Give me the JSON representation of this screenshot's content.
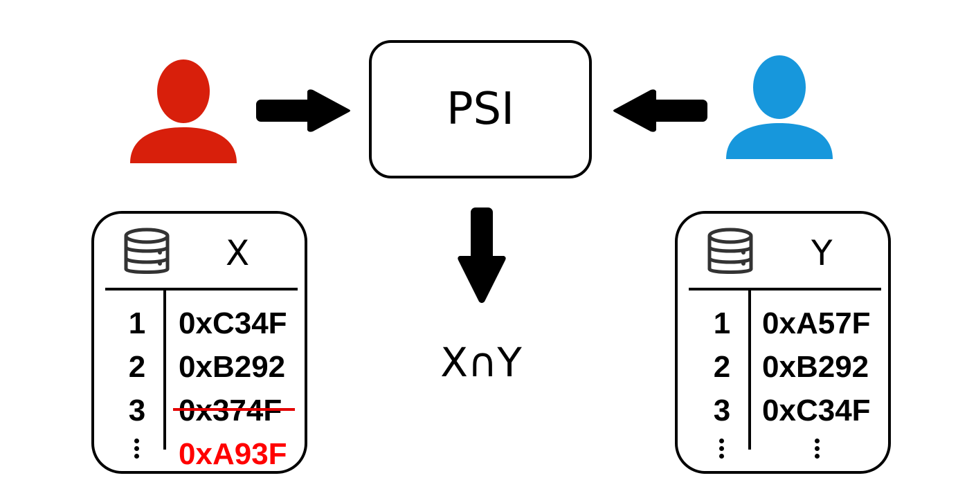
{
  "process": {
    "label": "PSI"
  },
  "result": {
    "label": "X∩Y"
  },
  "party_x": {
    "color": "#d81f0b",
    "header": "X",
    "rows": [
      {
        "index": "1",
        "value": "0xC34F",
        "status": "normal"
      },
      {
        "index": "2",
        "value": "0xB292",
        "status": "normal"
      },
      {
        "index": "3",
        "value": "0x374F",
        "status": "struck"
      },
      {
        "index": "⋮",
        "value": "0xA93F",
        "status": "highlighted"
      }
    ],
    "strike_color": "#e30000",
    "highlight_color": "#ff0000"
  },
  "party_y": {
    "color": "#1797dc",
    "header": "Y",
    "rows": [
      {
        "index": "1",
        "value": "0xA57F",
        "status": "normal"
      },
      {
        "index": "2",
        "value": "0xB292",
        "status": "normal"
      },
      {
        "index": "3",
        "value": "0xC34F",
        "status": "normal"
      },
      {
        "index": "⋮",
        "value": "⋮",
        "status": "normal"
      }
    ]
  },
  "icons": {
    "user_left": "user-icon",
    "user_right": "user-icon",
    "database": "database-icon",
    "arrow_left_to_psi": "arrow-right-icon",
    "arrow_right_to_psi": "arrow-left-icon",
    "arrow_psi_to_result": "arrow-down-icon"
  }
}
